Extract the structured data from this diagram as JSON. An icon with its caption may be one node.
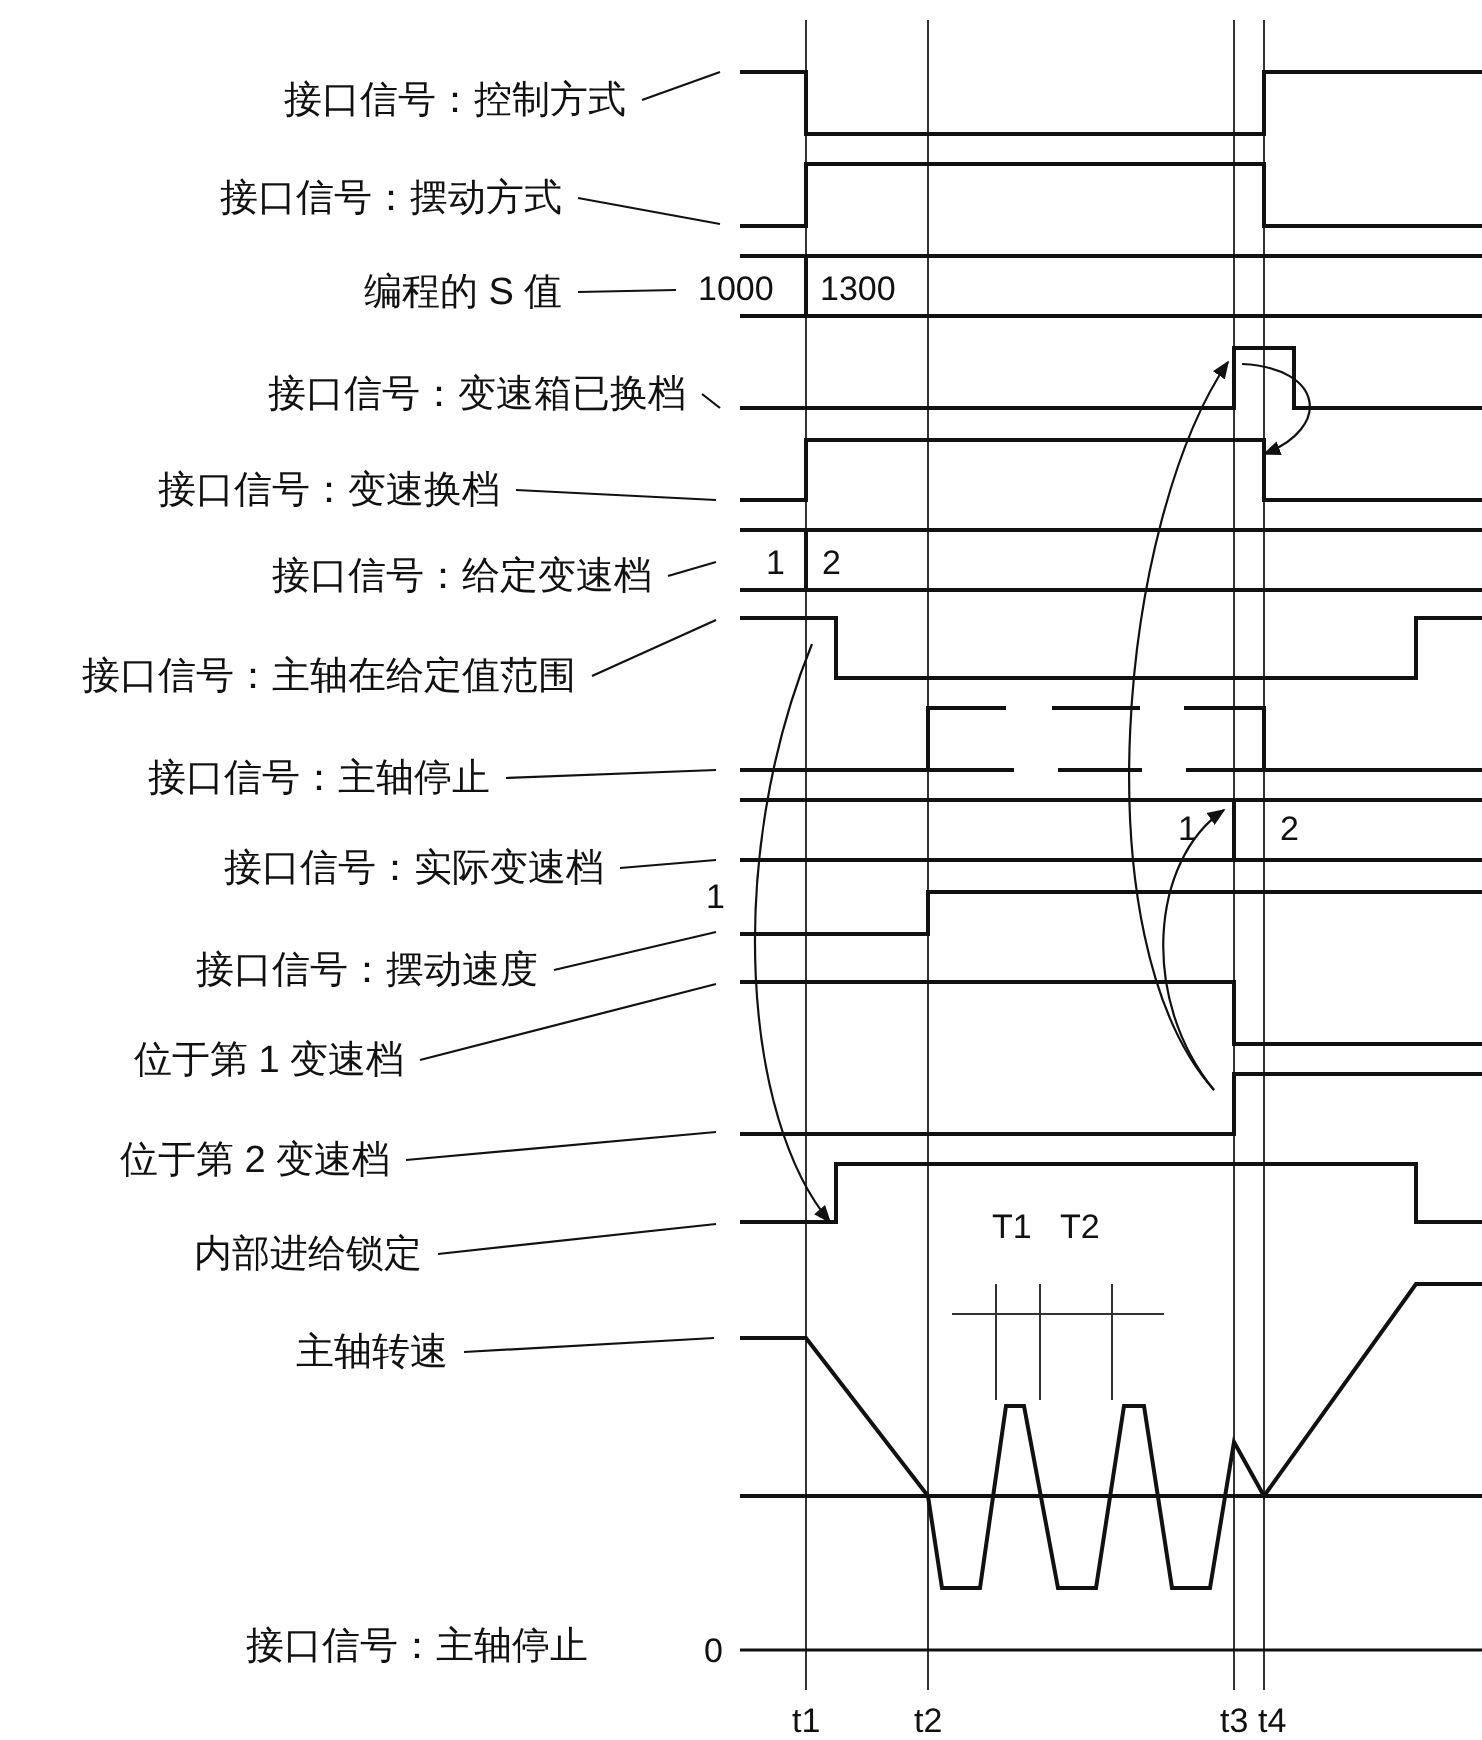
{
  "diagram": {
    "nodes": [
      {
        "text": [
          "接口信号：控制方式"
        ]
      },
      {
        "text": [
          "接口信号：摆动方式"
        ]
      },
      {
        "text": [
          "编程的 S 值"
        ]
      },
      {
        "text": [
          "接口信号：变速箱已换档"
        ]
      },
      {
        "text": [
          "接口信号：变速换档"
        ]
      },
      {
        "text": [
          "接口信号：给定变速档"
        ]
      },
      {
        "text": [
          "接口信号：主轴在给定值范围"
        ]
      },
      {
        "text": [
          "接口信号：主轴停止"
        ]
      },
      {
        "text": [
          "接口信号：实际变速档"
        ]
      },
      {
        "text": [
          "接口信号：摆动速度"
        ]
      },
      {
        "text": [
          "位于第 1 变速档"
        ]
      },
      {
        "text": [
          "位于第 2 变速档"
        ]
      },
      {
        "text": [
          "内部进给锁定"
        ]
      },
      {
        "text": [
          "主轴转速"
        ]
      }
    ],
    "edges": [
      {
        "from": 0,
        "to": null,
        "arrow": "none"
      },
      {
        "from": 1,
        "to": null,
        "arrow": "none"
      },
      {
        "from": 2,
        "to": null,
        "arrow": "none"
      },
      {
        "from": 3,
        "to": null,
        "arrow": "none"
      },
      {
        "from": 4,
        "to": null,
        "arrow": "none"
      },
      {
        "from": 5,
        "to": null,
        "arrow": "none"
      },
      {
        "from": 6,
        "to": null,
        "arrow": "none"
      },
      {
        "from": 7,
        "to": null,
        "arrow": "none"
      },
      {
        "from": 8,
        "to": null,
        "arrow": "none"
      },
      {
        "from": 9,
        "to": null,
        "arrow": "none"
      },
      {
        "from": 10,
        "to": null,
        "arrow": "none"
      },
      {
        "from": 11,
        "to": null,
        "arrow": "none"
      },
      {
        "from": 12,
        "to": null,
        "arrow": "none"
      },
      {
        "from": 13,
        "to": null,
        "arrow": "none"
      }
    ],
    "labels": [
      "1000",
      "1300",
      "1",
      "2",
      "1",
      "2",
      "1",
      "T1",
      "T2",
      "0",
      "t1",
      "t2",
      "t3",
      "t4",
      "接口信号：主轴停止"
    ]
  }
}
